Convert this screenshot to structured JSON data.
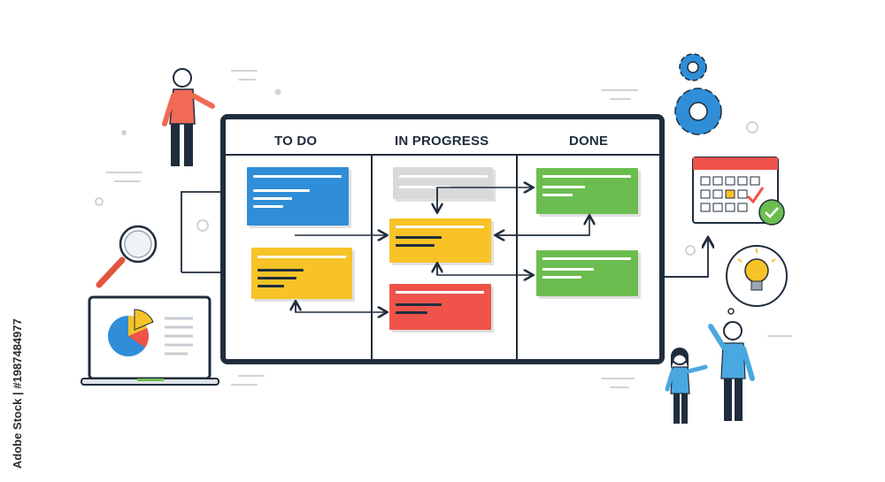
{
  "board": {
    "columns": [
      {
        "key": "todo",
        "label": "TO DO"
      },
      {
        "key": "in_progress",
        "label": "IN PROGRESS"
      },
      {
        "key": "done",
        "label": "DONE"
      }
    ]
  },
  "watermark": {
    "side_text": "Adobe Stock | #1987484977"
  },
  "colors": {
    "frame": "#1f2d3d",
    "blue": "#2f8ed7",
    "yellow": "#f7c326",
    "red": "#ef5349",
    "green": "#6cbd4f",
    "grey": "#d9d9d9",
    "person_red": "#f06a55",
    "person_blue": "#4aa8e0"
  },
  "icons": [
    "magnifier-icon",
    "laptop-icon",
    "pie-chart-icon",
    "gear-icon",
    "calendar-icon",
    "checkmark-icon",
    "lightbulb-icon",
    "speech-bubble-icon"
  ]
}
